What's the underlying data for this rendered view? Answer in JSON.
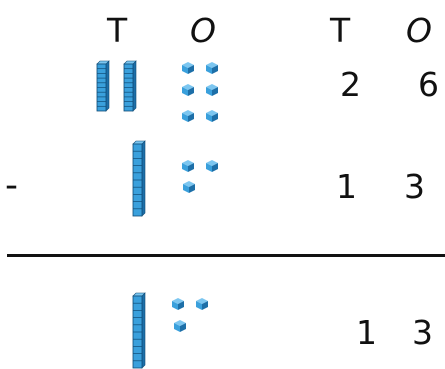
{
  "headers": {
    "blocks_tens": "T",
    "blocks_ones": "O",
    "digits_tens": "T",
    "digits_ones": "O"
  },
  "rows": [
    {
      "operator": "",
      "tens": "2",
      "ones": "6",
      "tens_rods": 2,
      "ones_cubes": 6
    },
    {
      "operator": "-",
      "tens": "1",
      "ones": "3",
      "tens_rods": 1,
      "ones_cubes": 3
    },
    {
      "operator": "",
      "tens": "1",
      "ones": "3",
      "tens_rods": 1,
      "ones_cubes": 3
    }
  ],
  "colors": {
    "block_fill": "#3aa0dc",
    "block_dark": "#1d6fa8",
    "block_light": "#7cc6f0",
    "text": "#111111"
  }
}
